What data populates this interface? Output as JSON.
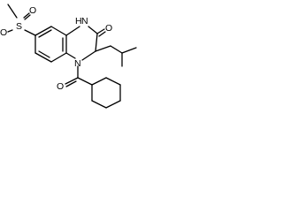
{
  "atoms": {
    "sulfur": "S",
    "oxygen_sulfonyl_left": "O",
    "oxygen_sulfonyl_top": "O",
    "nh": "H",
    "nh_n": "N",
    "carbonyl_oxygen": "O",
    "ring_n": "N",
    "amide_oxygen": "O"
  },
  "colors": {
    "bond": "#000000",
    "text": "#000000",
    "background": "#ffffff"
  }
}
